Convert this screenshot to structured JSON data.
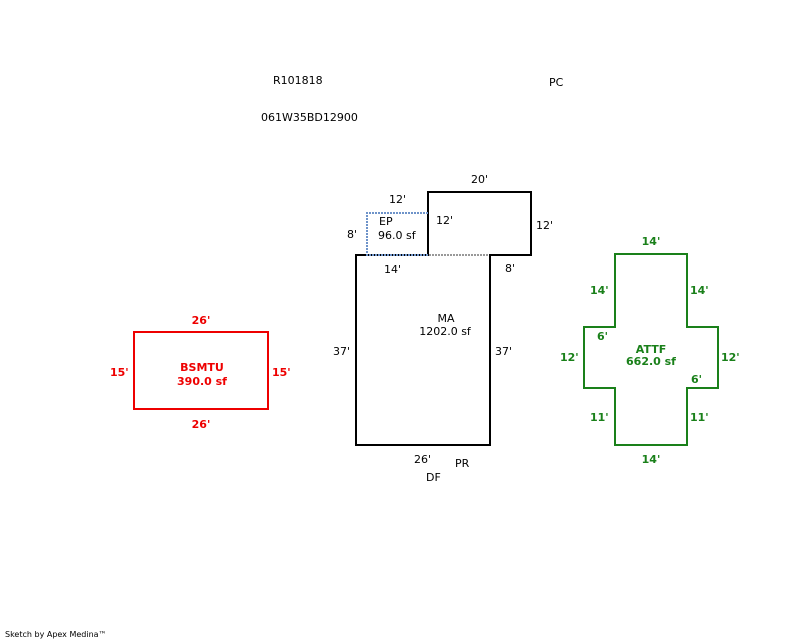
{
  "header": {
    "parcel_id": "R101818",
    "map_tax_lot": "061W35BD12900",
    "code_pc": "PC"
  },
  "colors": {
    "main_outline": "#000000",
    "basement": "#ee0000",
    "attic": "#1a801a",
    "porch": "#6e93c9"
  },
  "sketch": {
    "main": {
      "label": "MA",
      "area": "1202.0 sf",
      "dims": {
        "left": "37'",
        "right": "37'",
        "bottom": "26'",
        "top_left": "14'",
        "top_right": "8'",
        "upper_top": "20'",
        "upper_right": "12'",
        "upper_left": "12'"
      },
      "notes": {
        "pr": "PR",
        "df": "DF"
      }
    },
    "porch": {
      "label": "EP",
      "area": "96.0 sf",
      "dims": {
        "top": "12'",
        "left": "8'"
      }
    },
    "basement": {
      "label": "BSMTU",
      "area": "390.0 sf",
      "dims": {
        "top": "26'",
        "bottom": "26'",
        "left": "15'",
        "right": "15'"
      }
    },
    "attic": {
      "label": "ATTF",
      "area": "662.0 sf",
      "dims": {
        "top": "14'",
        "upper_left": "14'",
        "upper_right": "14'",
        "arm_top_left": "6'",
        "left": "12'",
        "right": "12'",
        "arm_bottom_right": "6'",
        "lower_left": "11'",
        "lower_right": "11'",
        "bottom": "14'"
      }
    }
  },
  "footer": {
    "credit": "Sketch by Apex Medina™"
  }
}
